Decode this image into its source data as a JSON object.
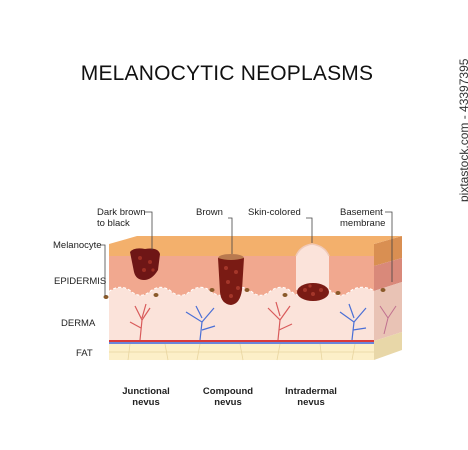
{
  "title": "MELANOCYTIC NEOPLASMS",
  "watermark": "pixtastock.com - 43397395",
  "top_labels": {
    "dark_brown": [
      "Dark brown",
      "to black"
    ],
    "brown": "Brown",
    "skin_colored": "Skin-colored",
    "basement": [
      "Basement",
      "membrane"
    ]
  },
  "side_labels": {
    "melanocyte": "Melanocyte",
    "epidermis": "EPIDERMIS",
    "derma": "DERMA",
    "fat": "FAT"
  },
  "bottom_labels": {
    "junctional": [
      "Junctional",
      "nevus"
    ],
    "compound": [
      "Compound",
      "nevus"
    ],
    "intradermal": [
      "Intradermal",
      "nevus"
    ]
  },
  "colors": {
    "skin_surface": "#f3b06c",
    "epidermis": "#f1a88f",
    "dermis": "#fbe3da",
    "fat": "#fcefc8",
    "vessel_red": "#d93a3a",
    "vessel_blue": "#3a5fcf",
    "nevus_dark": "#6e1616",
    "nevus_brown": "#8a2a1e"
  }
}
